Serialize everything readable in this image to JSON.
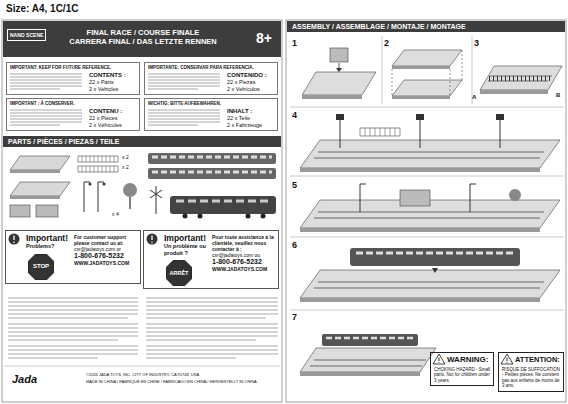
{
  "diagram": {
    "nodes": [
      {
        "text": [
          "FINAL RACE / COURSE FINALE",
          "CARRERA FINAL / DAS LETZTE RENNEN",
          "8+"
        ]
      },
      {
        "text": [
          "NANO SCENE"
        ],
        "in": 0
      },
      {
        "text": [
          "IMPORTANT: KEEP FOR FUTURE REFERENCE.",
          "CONTENTS :",
          "22 x Parts",
          "2 x Vehicles"
        ]
      },
      {
        "text": [
          "IMPORTANTE: CONSERVAR PARA REFERENCIA.",
          "CONTENIDO :",
          "22 x Piezas",
          "2 x Vehículos"
        ]
      },
      {
        "text": [
          "IMPORTANT : À CONSERVER.",
          "CONTENU :",
          "22 x Pièces",
          "2 x Véhicules"
        ]
      },
      {
        "text": [
          "WICHTIG: BITTE AUFBEWAHREN.",
          "INHALT :",
          "22 x Teile",
          "2 x Fahrzeuge"
        ]
      },
      {
        "text": [
          "PARTS / PIÈCES / PIEZAS / TEILE"
        ]
      },
      {
        "text": [
          "Important!",
          "Problems?",
          "For customer support please contact us at:",
          "csr@jadatoys.com or",
          "1-800-676-5232",
          "WWW.JADATOYS.COM"
        ]
      },
      {
        "text": [
          "STOP"
        ],
        "in": 7
      },
      {
        "text": [
          "Important!",
          "Un problème ou produit ?",
          "Pour toute assistance à la clientèle, veuillez nous contacter à :",
          "csr@jadatoys.com ou",
          "1-800-676-5232",
          "WWW.JADATOYS.COM"
        ]
      },
      {
        "text": [
          "ARRÊT"
        ],
        "in": 9
      },
      {
        "text": [
          "ASSEMBLY / ASSEMBLAGE / MONTAJE / MONTAGE"
        ]
      },
      {
        "text": [
          "WARNING:",
          "CHOKING HAZARD - Small parts. Not for children under 3 years."
        ]
      },
      {
        "text": [
          "ATTENTION:",
          "RISQUE DE SUFFOCATION - Petites pièces. Ne convient pas aux enfants de moins de 3 ans."
        ]
      }
    ],
    "labels": [
      "Size: A4, 1C/1C",
      "x 2",
      "x 2",
      "x 4",
      "Jada",
      "©2024 JADA TOYS, INC. CITY OF INDUSTRY, CA 91748, USA",
      "MADE IN CHINA / FABRIQUÉ EN CHINE / FABRICADO EN CHINA / HERGESTELLT IN CHINA",
      "1",
      "2",
      "3",
      "A",
      "B",
      "4",
      "5",
      "6",
      "7"
    ]
  }
}
